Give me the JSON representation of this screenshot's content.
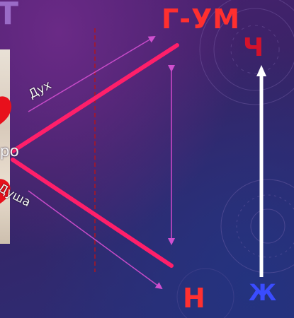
{
  "title_fragment": "Т",
  "labels": {
    "mind": "Г-УМ",
    "human": "Ч",
    "n": "Н",
    "zh": "Ж",
    "good": "бро",
    "spirit": "Дух",
    "soul": "Душа"
  },
  "colors": {
    "main_lines": "#ff1f6a",
    "thin_arrows": "#c64bc8",
    "dashed_divider": "#b0151e",
    "vertical_arrow": "#ffffff",
    "red_text": "#ff2f2f",
    "blue_text": "#3a4cff"
  },
  "icons": {
    "left_shape": "red-heart-shape"
  }
}
